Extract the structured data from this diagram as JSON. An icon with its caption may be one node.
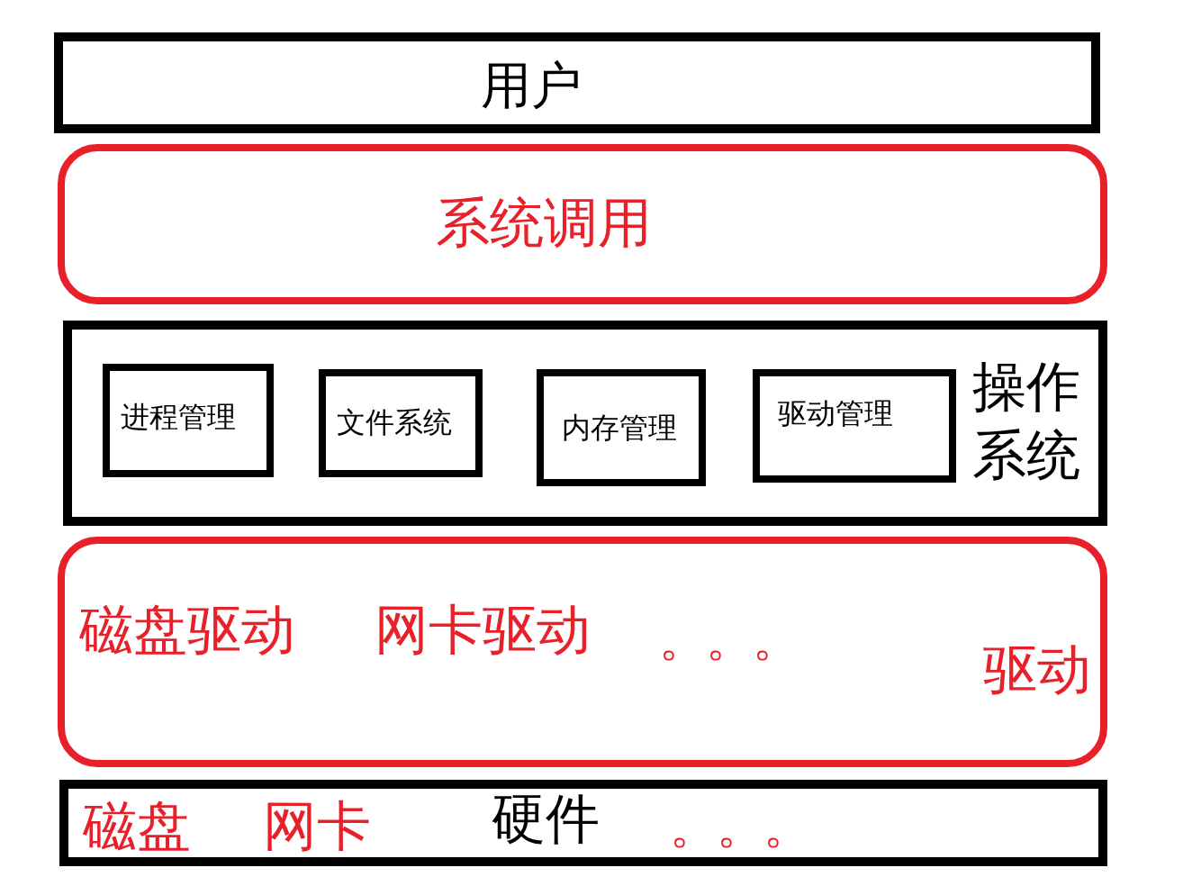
{
  "diagram": {
    "nodes": [
      {
        "text": [
          "用户"
        ]
      },
      {
        "text": [
          "系统调用"
        ]
      },
      {
        "text": [
          "操作系统"
        ]
      },
      {
        "text": [
          "进程管理"
        ],
        "in": 2
      },
      {
        "text": [
          "文件系统"
        ],
        "in": 2
      },
      {
        "text": [
          "内存管理"
        ],
        "in": 2
      },
      {
        "text": [
          "驱动管理"
        ],
        "in": 2
      },
      {
        "text": [
          "磁盘驱动",
          "网卡驱动",
          "。。。",
          "驱动"
        ]
      },
      {
        "text": [
          "磁盘",
          "网卡",
          "硬件",
          "。。。"
        ]
      }
    ]
  }
}
